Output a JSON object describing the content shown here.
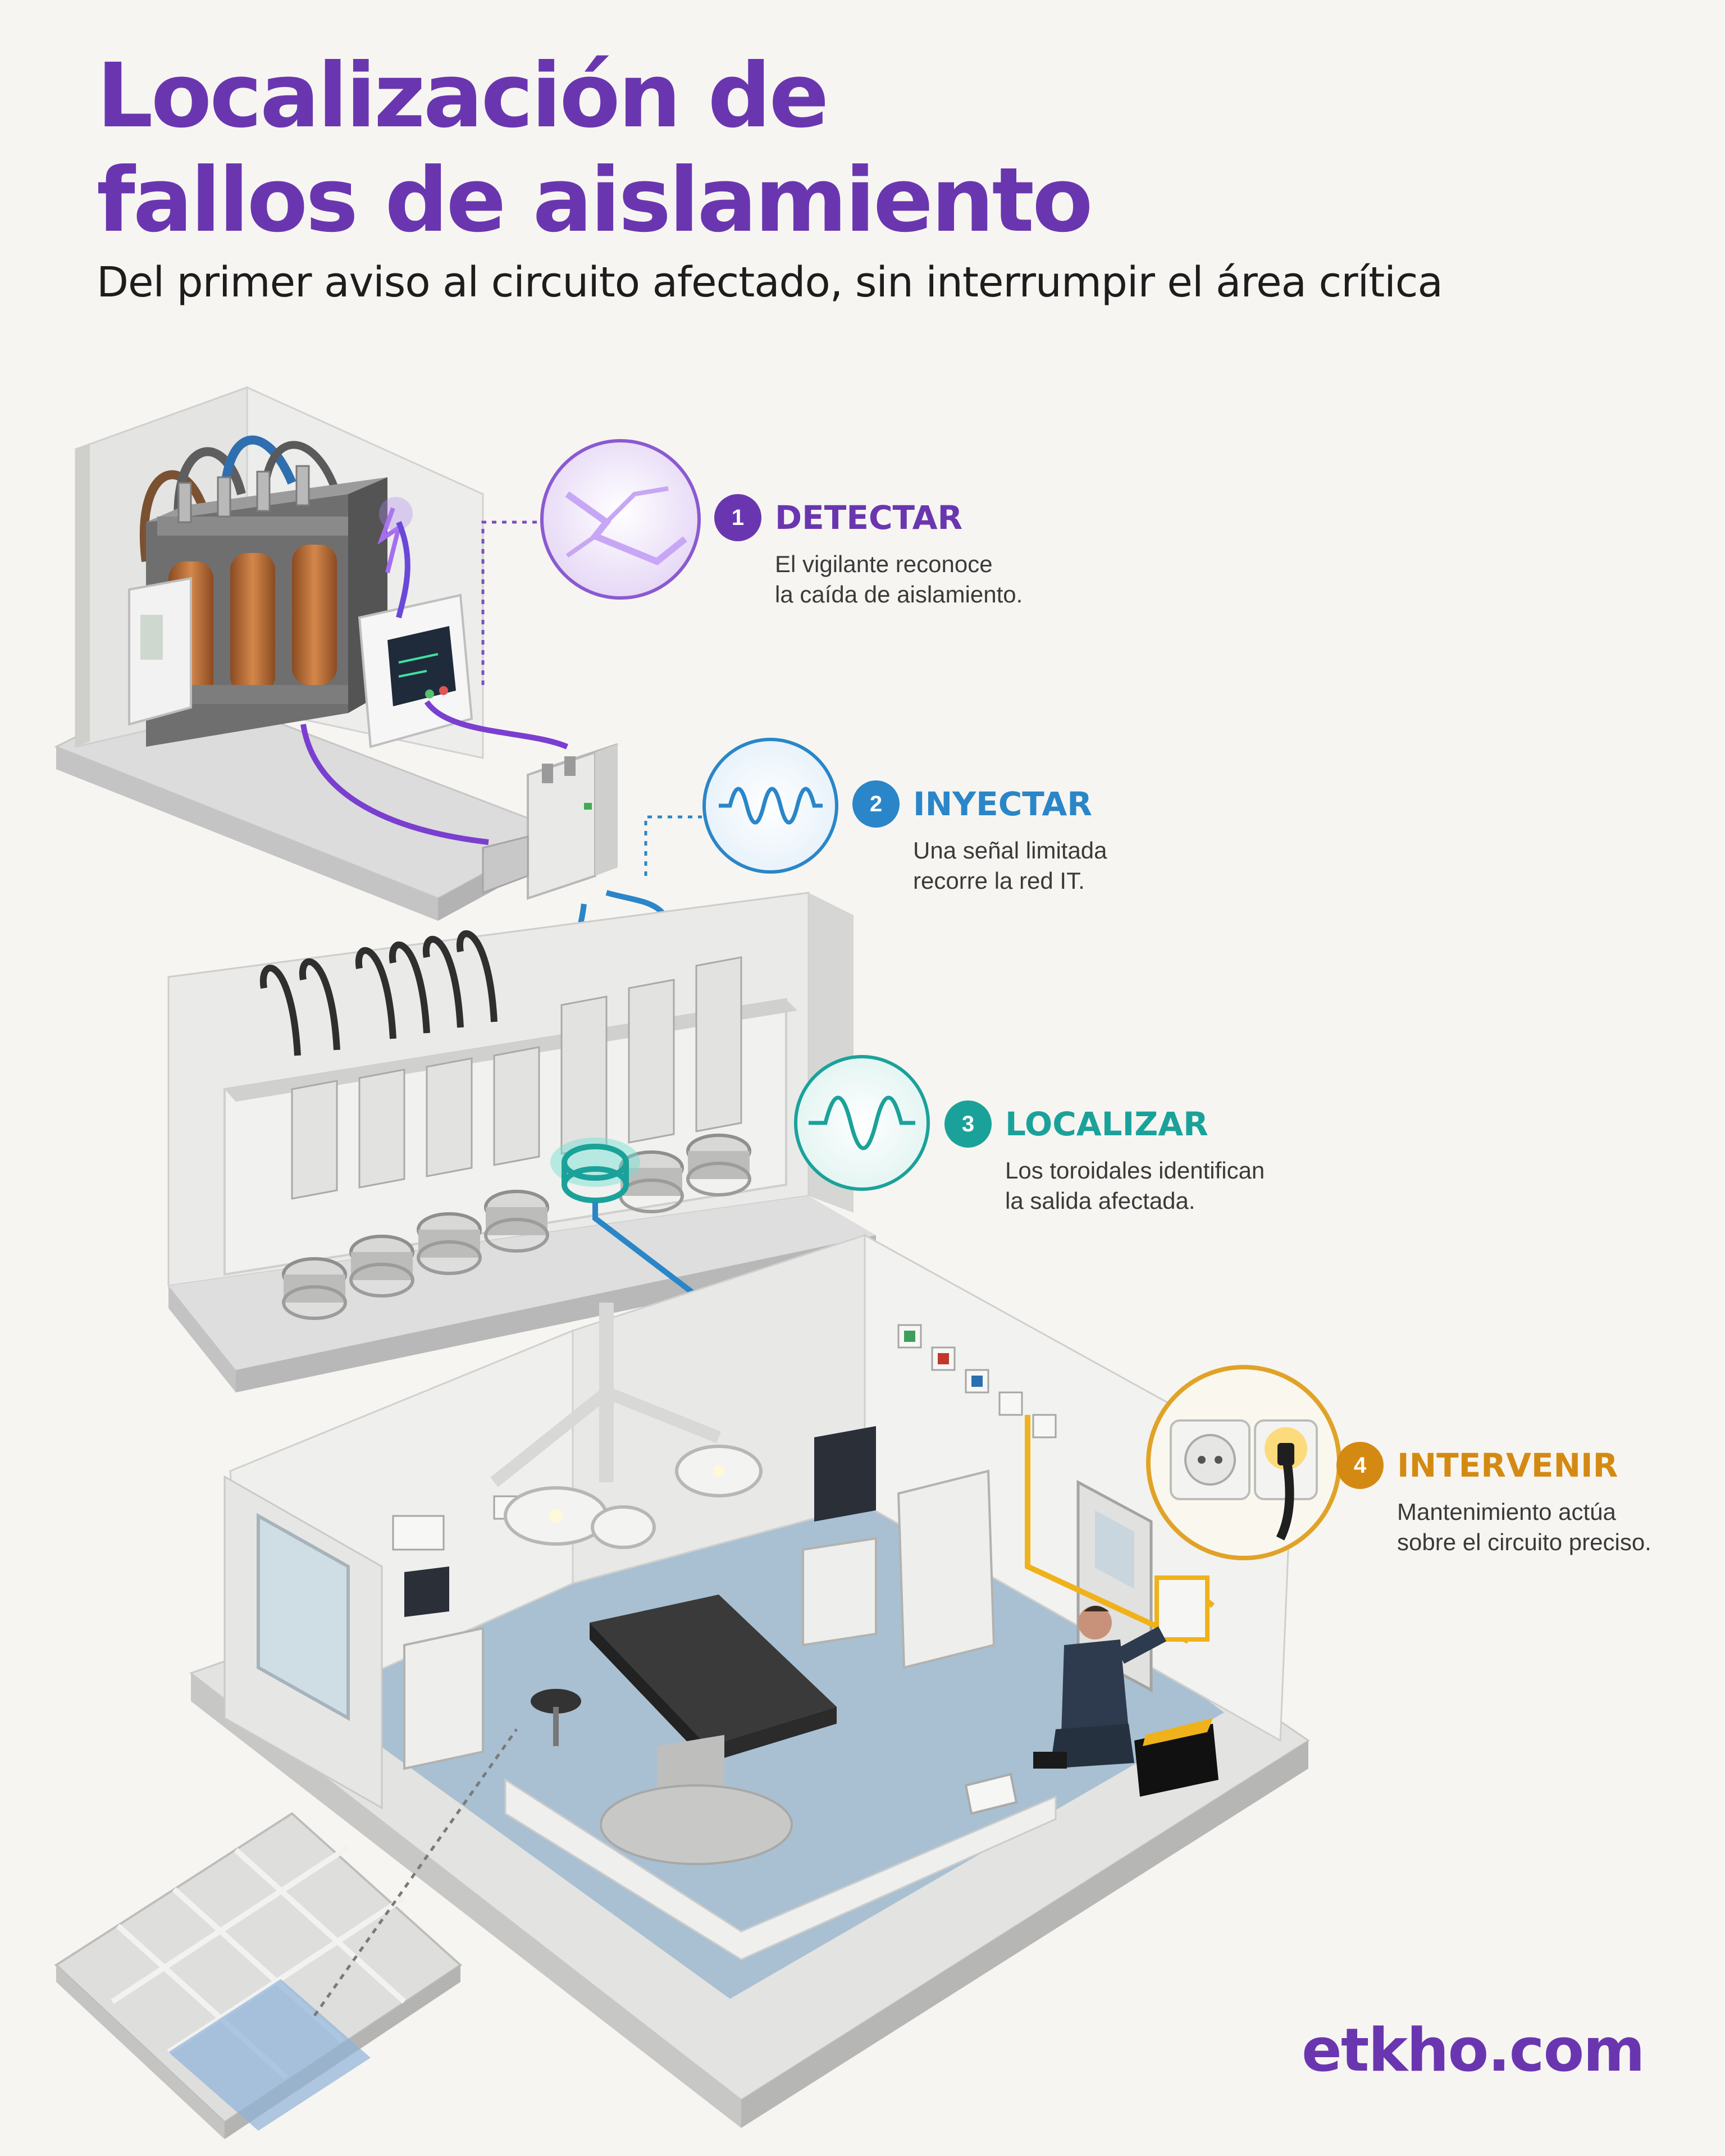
{
  "title": {
    "line1": "Localización de",
    "line2": "fallos de aislamiento"
  },
  "subtitle": "Del primer aviso al circuito afectado, sin interrumpir el área crítica",
  "steps": [
    {
      "number": "1",
      "title": "DETECTAR",
      "desc_line1": "El vigilante reconoce",
      "desc_line2": "la caída de aislamiento.",
      "color": "#6a36b0",
      "icon": "lightning-icon"
    },
    {
      "number": "2",
      "title": "INYECTAR",
      "desc_line1": "Una señal limitada",
      "desc_line2": "recorre la red IT.",
      "color": "#2a86c8",
      "icon": "sine-wave-icon"
    },
    {
      "number": "3",
      "title": "LOCALIZAR",
      "desc_line1": "Los toroidales identifican",
      "desc_line2": "la salida afectada.",
      "color": "#1aa29a",
      "icon": "sine-wave-icon"
    },
    {
      "number": "4",
      "title": "INTERVENIR",
      "desc_line1": "Mantenimiento actúa",
      "desc_line2": "sobre el circuito preciso.",
      "color": "#d48a12",
      "icon": "socket-plug-icon"
    }
  ],
  "brand": "etkho.com",
  "colors": {
    "background": "#f7f5f1",
    "brand_purple": "#6a36b0",
    "signal_blue": "#2a86c8",
    "teal": "#1aa29a",
    "amber": "#d48a12",
    "floor_blue": "#a9c0d2"
  }
}
